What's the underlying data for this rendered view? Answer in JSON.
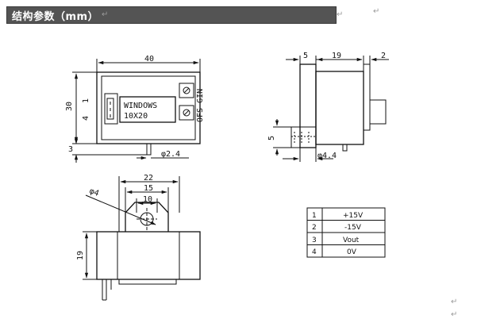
{
  "header": {
    "title": "结构参数（mm）"
  },
  "front_view": {
    "width_dim": "40",
    "height_dim": "30",
    "base_dim": "3",
    "pin_dim": "φ2.4",
    "pin_label_1": "1",
    "pin_label_4": "4",
    "window_label_line1": "WINDOWS",
    "window_label_line2": "10X20",
    "side_label": "OFS GIN"
  },
  "side_view": {
    "dim_left": "5",
    "dim_mid": "19",
    "dim_right": "2",
    "dim_bottom_left": "5",
    "pin_dim": "φ4.4"
  },
  "bottom_view": {
    "dim_22": "22",
    "dim_15": "15",
    "dim_10": "10",
    "hole_dim": "φ4",
    "height_dim": "19"
  },
  "pin_table": {
    "rows": [
      {
        "pin": "1",
        "signal": "+15V"
      },
      {
        "pin": "2",
        "signal": "-15V"
      },
      {
        "pin": "3",
        "signal": "Vout"
      },
      {
        "pin": "4",
        "signal": "0V"
      }
    ]
  }
}
